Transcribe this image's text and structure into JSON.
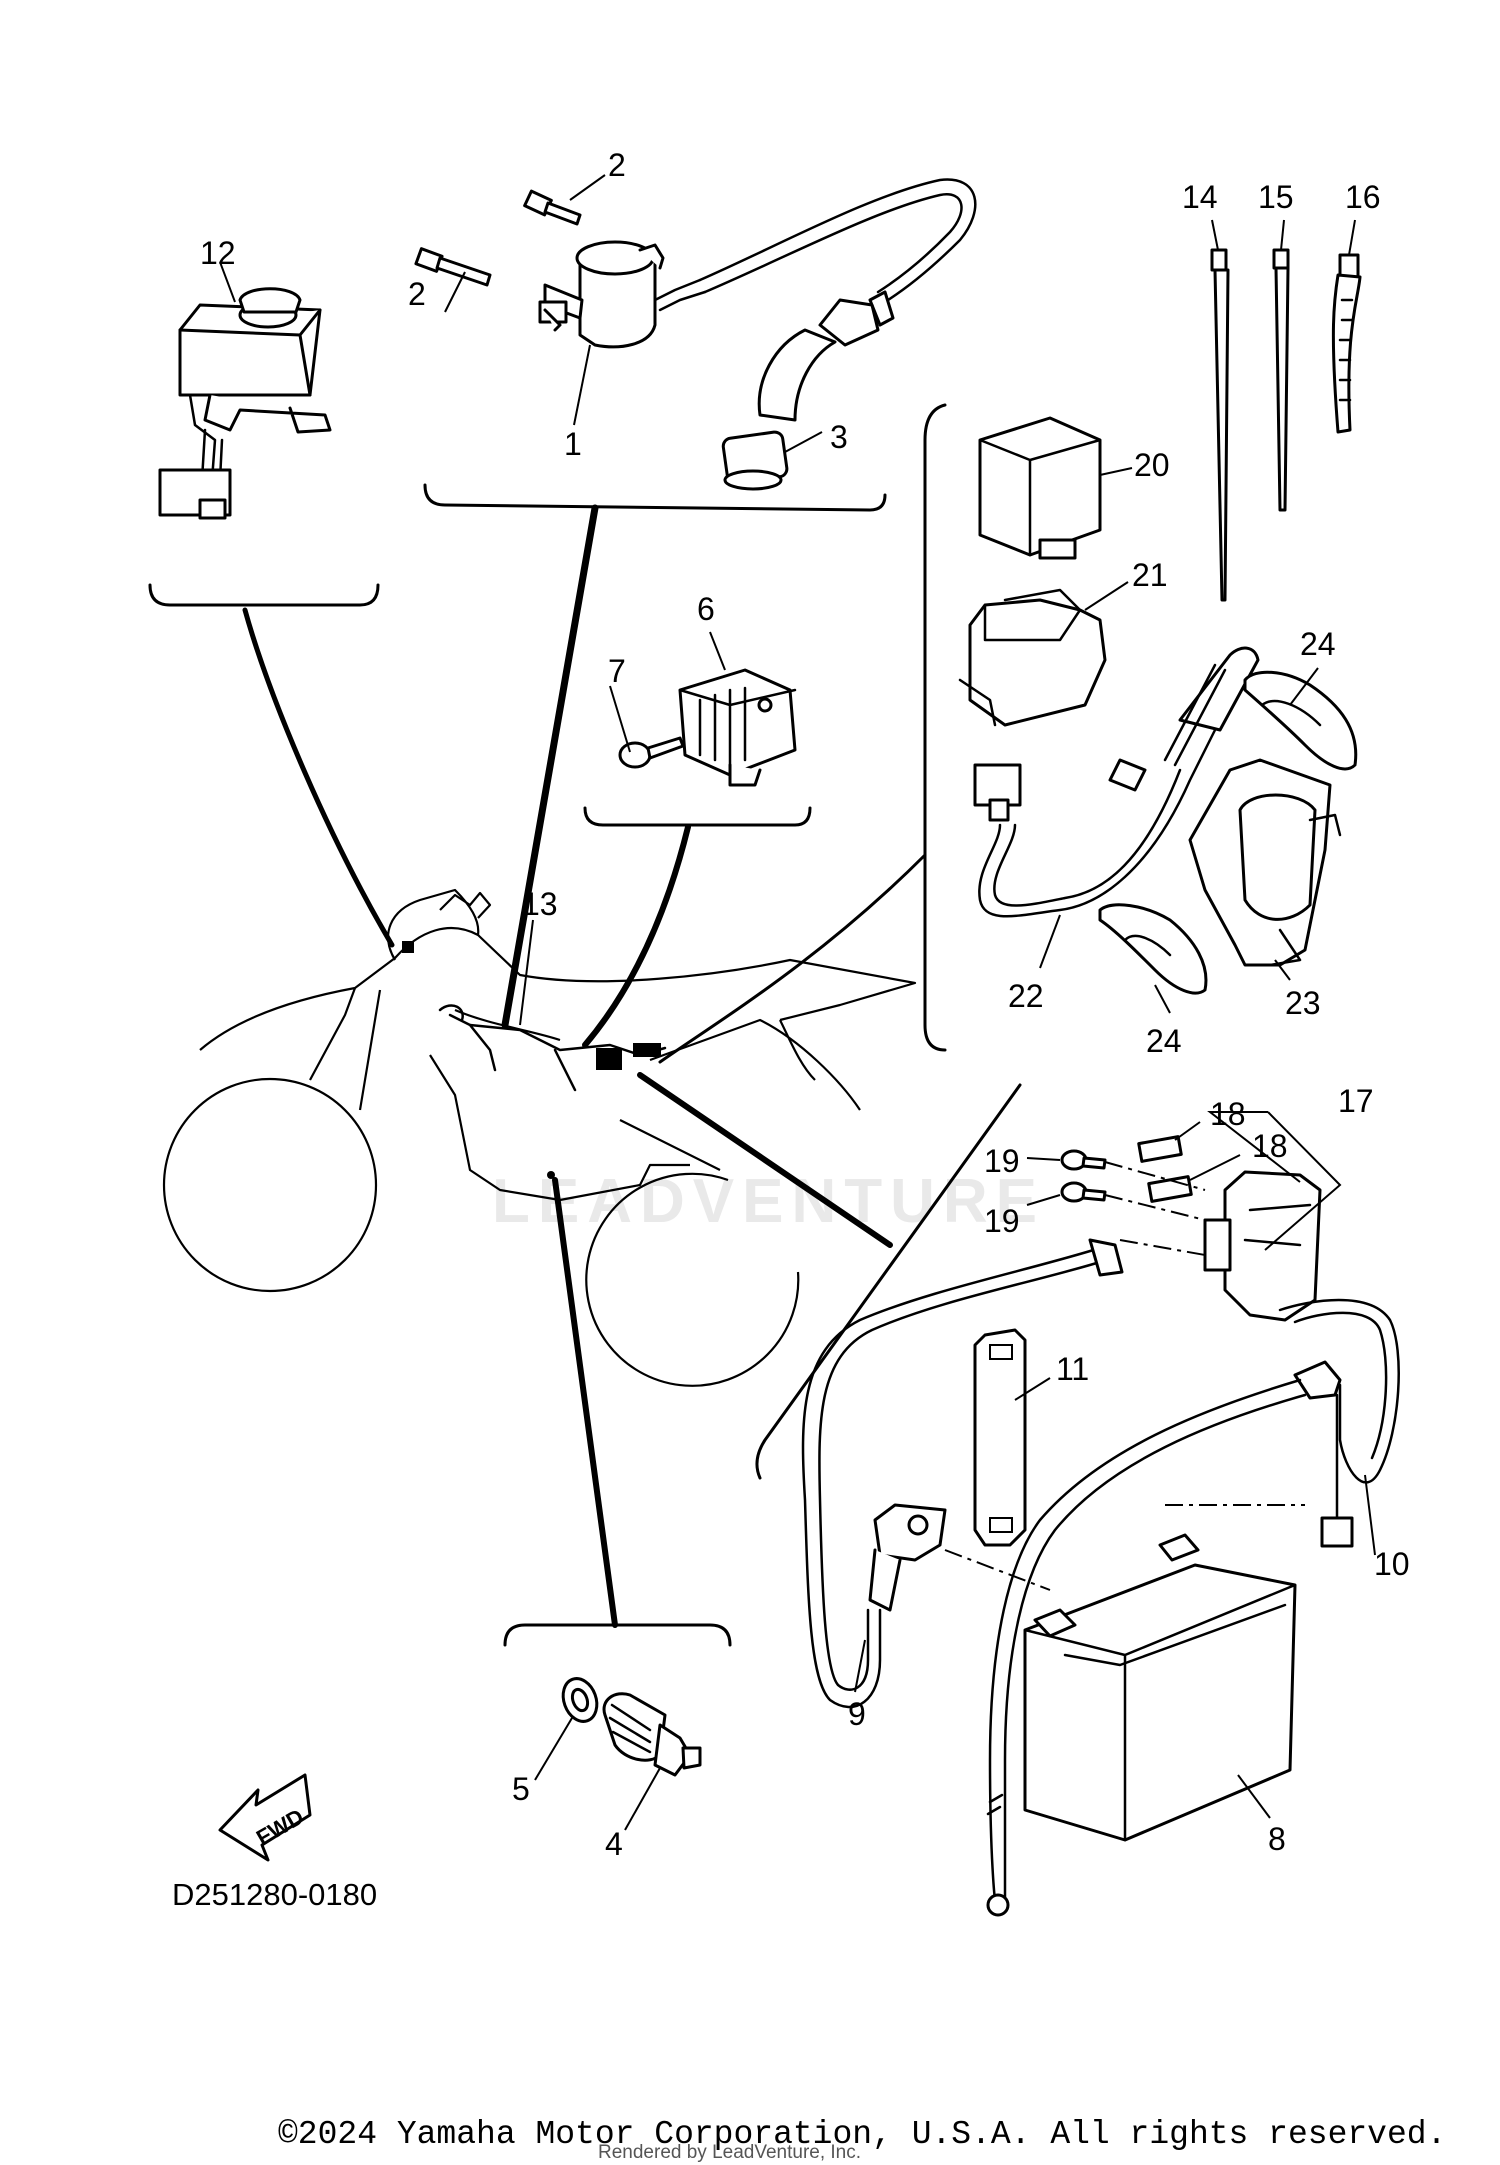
{
  "diagram": {
    "callouts": {
      "p1": "1",
      "p2a": "2",
      "p2b": "2",
      "p3": "3",
      "p4": "4",
      "p5": "5",
      "p6": "6",
      "p7": "7",
      "p8": "8",
      "p9": "9",
      "p10": "10",
      "p11": "11",
      "p12": "12",
      "p13": "13",
      "p14": "14",
      "p15": "15",
      "p16": "16",
      "p17": "17",
      "p18a": "18",
      "p18b": "18",
      "p19a": "19",
      "p19b": "19",
      "p20": "20",
      "p21": "21",
      "p22": "22",
      "p23": "23",
      "p24a": "24",
      "p24b": "24"
    },
    "diagram_code": "D251280-0180",
    "fwd_label": "FWD",
    "watermark": "LEADVENTURE"
  },
  "footer": {
    "copyright": "©2024 Yamaha Motor Corporation, U.S.A. All rights reserved.",
    "rendered_by": "Rendered by LeadVenture, Inc."
  }
}
